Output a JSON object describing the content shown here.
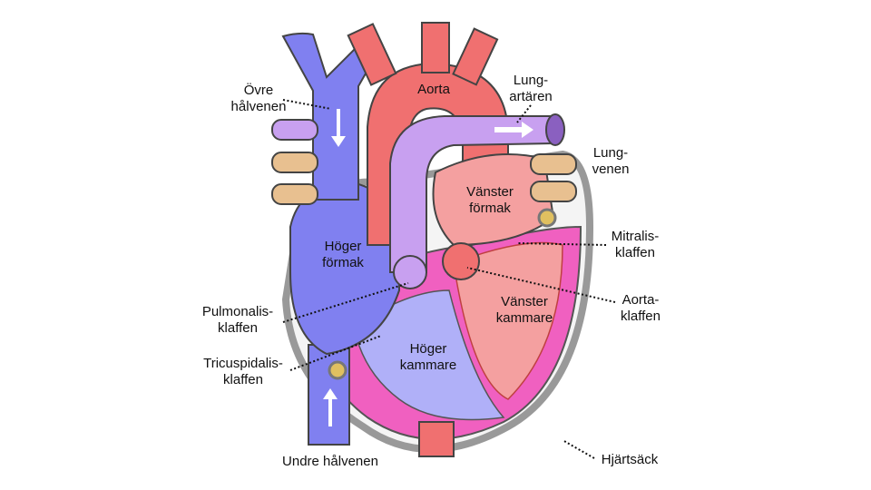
{
  "labels": {
    "superior_vena_cava": [
      "Övre",
      "hålvenen"
    ],
    "aorta": "Aorta",
    "pulmonary_artery": [
      "Lung-",
      "artären"
    ],
    "pulmonary_vein": [
      "Lung-",
      "venen"
    ],
    "left_atrium": [
      "Vänster",
      "förmak"
    ],
    "mitral_valve": [
      "Mitralis-",
      "klaffen"
    ],
    "right_atrium": [
      "Höger",
      "förmak"
    ],
    "aortic_valve": [
      "Aorta-",
      "klaffen"
    ],
    "pulmonary_valve": [
      "Pulmonalis-",
      "klaffen"
    ],
    "left_ventricle": [
      "Vänster",
      "kammare"
    ],
    "right_ventricle": [
      "Höger",
      "kammare"
    ],
    "tricuspid_valve": [
      "Tricuspidalis-",
      "klaffen"
    ],
    "inferior_vena_cava": "Undre hålvenen",
    "pericardium": "Hjärtsäck"
  },
  "colors": {
    "vena_cava": "#8080f0",
    "aorta": "#f07070",
    "pulmonary": "#c8a0f0",
    "pulmonary_vein": "#e8c090",
    "ventricle": "#f060c0",
    "pericardium": "#a0a0a0"
  }
}
